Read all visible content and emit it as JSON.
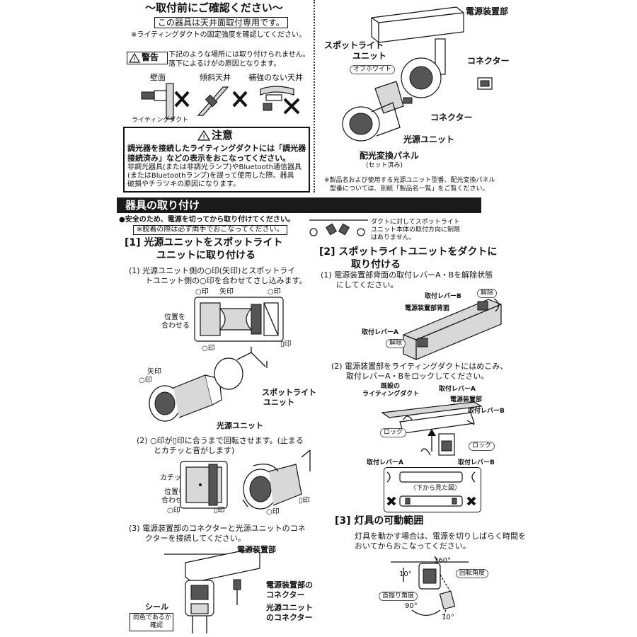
{
  "top_left": {
    "title": "〜取付前にご確認ください〜",
    "ceiling_only": "この器具は天井面取付専用です。",
    "note_duct": "※ライティングダクトの固定強度を確認してください。",
    "warning_badge": "警告",
    "warning_text_1": "下記のような場所には取り付けられません。",
    "warning_text_2": "落下によるけがの原因となります。",
    "places": [
      "壁面",
      "傾斜天井",
      "補強のない天井"
    ],
    "duct_label": "ライティングダクト",
    "caution_title": "注意",
    "caution_lines": [
      "調光器を接続したライティングダクトには「調光器",
      "接続済み」などの表示をおこなってください。",
      "非調光器具(または非調光ランプ)やBluetooth通信器具",
      "(またはBluetoothランプ)を誤って使用した際、器具",
      "破損やチラツキの原因になります。"
    ]
  },
  "top_right": {
    "power_unit": "電源装置部",
    "spot_unit_1": "スポットライト",
    "spot_unit_2": "ユニット",
    "off_white": "オフホワイト",
    "connector_a": "コネクター",
    "connector_b": "コネクター",
    "light_unit": "光源ユニット",
    "panel": "配光変換パネル",
    "panel_sub": "(セット済み)",
    "note_1": "※製品名および使用する光源ユニット型番、配光変換パネル",
    "note_2": "型番については、別紙「製品名一覧」をご覧ください。"
  },
  "section": {
    "title": "器具の取り付け",
    "safety_1": "●安全のため、電源を切ってから取り付けてください。",
    "safety_2": "※脱着の際は必ず両手でおこなってください。",
    "direction_1": "ダクトに対してスポットライト",
    "direction_2": "ユニット本体の取付方向に制限",
    "direction_3": "はありません。"
  },
  "step1": {
    "heading_1": "[1] 光源ユニットをスポットライト",
    "heading_2": "ユニットに取り付ける",
    "s1_1": "(1) 光源ユニット側の○印(矢印)とスポットライ",
    "s1_2": "トユニット側の○印を合わせてさし込みます。",
    "mark_o": "○印",
    "mark_arrow": "矢印",
    "align_1": "位置を",
    "align_2": "合わせる",
    "mark_bar": "▯印",
    "spot_1": "スポットライト",
    "spot_2": "ユニット",
    "light_unit": "光源ユニット",
    "s2_1": "(2) ○印が▯印に合うまで回転させます。(止まる",
    "s2_2": "とカチッと音がします)",
    "click": "カチッ",
    "s3_1": "(3) 電源装置部のコネクターと光源ユニットのコネ",
    "s3_2": "クターを接続してください。",
    "power_unit": "電源装置部",
    "pconn_1": "電源装置部の",
    "pconn_2": "コネクター",
    "lconn_1": "光源ユニット",
    "lconn_2": "のコネクター",
    "seal": "シール",
    "same_1": "同色であるか",
    "same_2": "確認"
  },
  "step2": {
    "heading_1": "[2] スポットライトユニットをダクトに",
    "heading_2": "取り付ける",
    "s1_1": "(1) 電源装置部背面の取付レバーA・Bを解除状態",
    "s1_2": "にしてください。",
    "lever_b": "取付レバーB",
    "lever_a": "取付レバーA",
    "release": "解除",
    "back_label": "電源装置部背面",
    "s2_1": "(2) 電源装置部をライティングダクトにはめこみ、",
    "s2_2": "取付レバーA・Bをロックしてください。",
    "existing_1": "既設の",
    "existing_2": "ライティングダクト",
    "power_unit": "電源装置部",
    "lock": "ロック",
    "view_below": "〈下から見た図〉"
  },
  "step3": {
    "heading": "[3] 灯具の可動範囲",
    "text_1": "灯具を動かす場合は、電源を切りしばらく時間を",
    "text_2": "おいてからおこなってください。",
    "deg_360": "360°",
    "rotation": "回転角度",
    "deg_10a": "10°",
    "swing": "首振り角度",
    "deg_90": "90°",
    "deg_10b": "10°"
  }
}
